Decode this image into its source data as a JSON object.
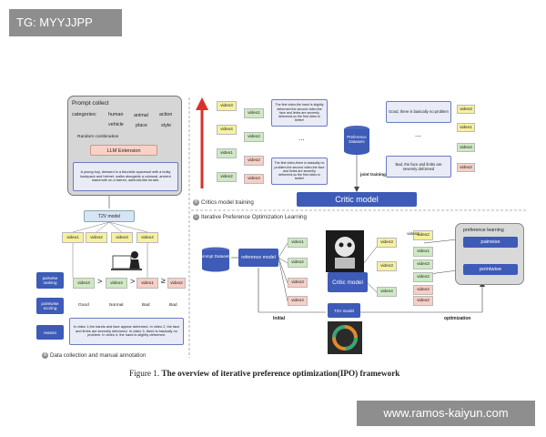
{
  "overlay": {
    "top_left": "TG: MYYJJPP",
    "bottom_right": "www.ramos-kaiyun.com"
  },
  "caption": {
    "prefix": "Figure 1.",
    "text": "The overview of iterative preference optimization(IPO) framework"
  },
  "section_a": {
    "badge": "A",
    "label": "Data collection and manual annotation",
    "prompt_collect": {
      "title": "Prompt collect",
      "categories_label": "categories:",
      "categories": [
        "human",
        "animal",
        "action",
        "vehicle",
        "place",
        "style"
      ],
      "random_combination": "Random combination",
      "llm_extension": "LLM Extension",
      "prompt_text": "A young boy, dressed in a futuristic spacesuit with a bulky backpack and helmet, walks alongside a colossal, ancient mammoth on a barren, asteroid-like terrain."
    },
    "t2v_model": "T2V model",
    "videos": [
      "video1",
      "video2",
      "video3",
      "video4"
    ],
    "ranking_row": [
      "video3",
      "video4",
      "video1",
      "video2"
    ],
    "ranking_ops": [
      ">",
      ">",
      "≥"
    ],
    "scores": [
      "Good",
      "Normal",
      "Bad",
      "Bad"
    ],
    "row_labels": {
      "pairwise": "pairwise ranking",
      "pointwise": "pointwise scoring",
      "reason": "reason"
    },
    "reason_text": "In video 1,the hands and face appear deformed. In video 2, the face and limbs are severely deformed. In video 3, there is basically no problem. In video 4, the hand is slightly deformed."
  },
  "section_b": {
    "badge": "B",
    "label": "Critics model training",
    "pair_left": [
      "video3",
      "video4",
      "video1",
      "video2"
    ],
    "pair_right": [
      "video1",
      "video2",
      "video2",
      "video4"
    ],
    "note_top": "The first video,the hand is slightly deformed.the second video,the face and limbs are severely deformed,so the first video is better!",
    "note_bottom": "The first video,there is basically no problem.the second video,the face and limbs are severely deformed,so the first video is better!",
    "dataset": "Preference Datasets",
    "joint_training": "joint training",
    "critic_model": "Critic model",
    "ellipsis": "...",
    "point_videos": [
      "video3",
      "video1",
      "video4",
      "video2"
    ],
    "note_good": "Good, there is basically no problem",
    "note_bad": "Bad, the face and limbs are severely deformed"
  },
  "section_c": {
    "badge": "C",
    "label": "Iterative Preference Optimization Learning",
    "prompt_datasets": "prompt Datasets",
    "reference_model": "reference model",
    "gen_videos": [
      "video1",
      "video2",
      "video3",
      "video4"
    ],
    "critic_model": "Critic model",
    "t2v_model": "T2V model",
    "pair_col_a": [
      "video3",
      "video3",
      "video4"
    ],
    "pair_col_b": [
      "video2",
      "video1",
      "video2"
    ],
    "point_col": [
      "video1",
      "video3",
      "video2",
      "video4"
    ],
    "preference_learning": "preference learning",
    "pairwise": "pairwise",
    "pointwise": "pointwise",
    "initial": "Initial",
    "optimization": "optimization"
  },
  "colors": {
    "dark_blue": "#3d5bb7",
    "note_fill": "#e9ecf7",
    "yellow": "#f6f1a2",
    "green": "#cfe9c4",
    "pink": "#f6cfc6",
    "arrow_red": "#d8322b",
    "gray_panel": "#d9d9d9"
  }
}
